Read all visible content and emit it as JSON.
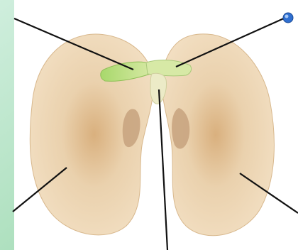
{
  "diagram": {
    "subject": "",
    "parts": [
      {
        "name": "",
        "pointer": "upper-left"
      },
      {
        "name": "",
        "pointer": "upper-right"
      },
      {
        "name": "",
        "pointer": "bottom-center"
      },
      {
        "name": "",
        "pointer": "lower-left"
      },
      {
        "name": "",
        "pointer": "lower-right"
      }
    ]
  },
  "colors": {
    "background_gradient_start": "#cfeedd",
    "background_gradient_end": "#8fd3a2",
    "cotyledon_light": "#f1dcbc",
    "cotyledon_mid": "#e4c499",
    "cotyledon_shadow": "#c9a276",
    "plumule_green": "#a9d36a",
    "pointer_dot": "#2f6fd0",
    "leader_line": "#111111"
  }
}
